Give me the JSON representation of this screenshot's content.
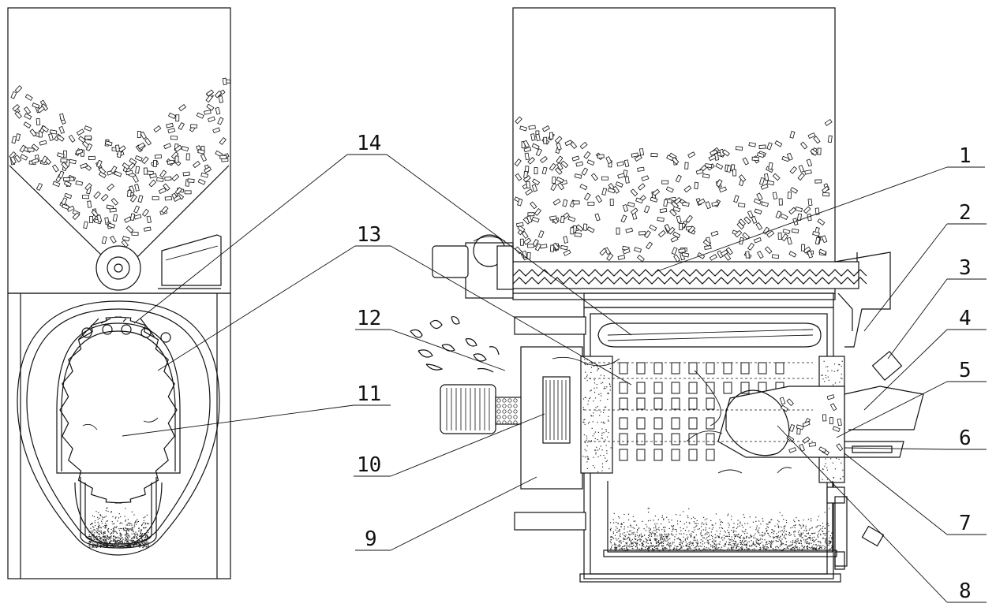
{
  "figure": {
    "type": "technical cross-section drawing",
    "colors": {
      "line": "#111111",
      "background": "#ffffff",
      "ash": "#222222"
    }
  },
  "callouts": [
    {
      "id": "1",
      "label": "1"
    },
    {
      "id": "2",
      "label": "2"
    },
    {
      "id": "3",
      "label": "3"
    },
    {
      "id": "4",
      "label": "4"
    },
    {
      "id": "5",
      "label": "5"
    },
    {
      "id": "6",
      "label": "6"
    },
    {
      "id": "7",
      "label": "7"
    },
    {
      "id": "8",
      "label": "8"
    },
    {
      "id": "9",
      "label": "9"
    },
    {
      "id": "10",
      "label": "10"
    },
    {
      "id": "11",
      "label": "11"
    },
    {
      "id": "12",
      "label": "12"
    },
    {
      "id": "13",
      "label": "13"
    },
    {
      "id": "14",
      "label": "14"
    }
  ]
}
